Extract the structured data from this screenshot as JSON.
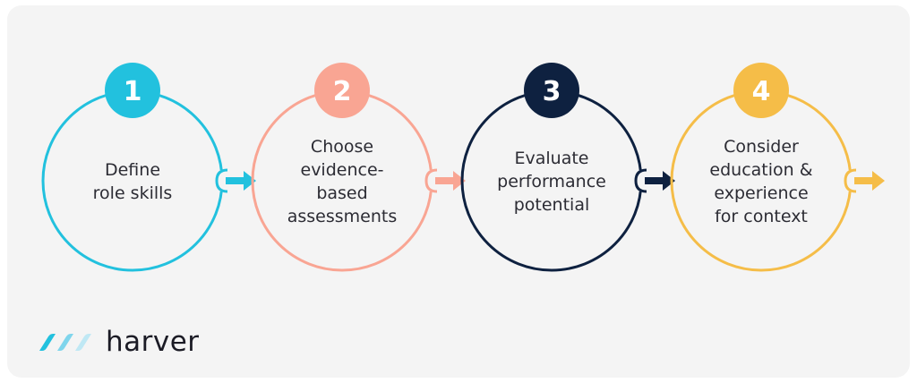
{
  "steps": [
    {
      "number": "1",
      "lines": [
        "Define",
        "role skills"
      ],
      "color": "#22c1de",
      "arrow_fill": "#22c1de"
    },
    {
      "number": "2",
      "lines": [
        "Choose",
        "evidence-",
        "based",
        "assessments"
      ],
      "color": "#f9a593",
      "arrow_fill": "#f9a593"
    },
    {
      "number": "3",
      "lines": [
        "Evaluate",
        "performance",
        "potential"
      ],
      "color": "#0e2140",
      "arrow_fill": "#0e2140"
    },
    {
      "number": "4",
      "lines": [
        "Consider",
        "education &",
        "experience",
        "for context"
      ],
      "color": "#f5bd48",
      "arrow_fill": "#f5bd48"
    }
  ],
  "logo": {
    "name": "harver",
    "mark_colors": [
      "#22c1de",
      "#7fd5ec",
      "#bfe8f4"
    ]
  }
}
